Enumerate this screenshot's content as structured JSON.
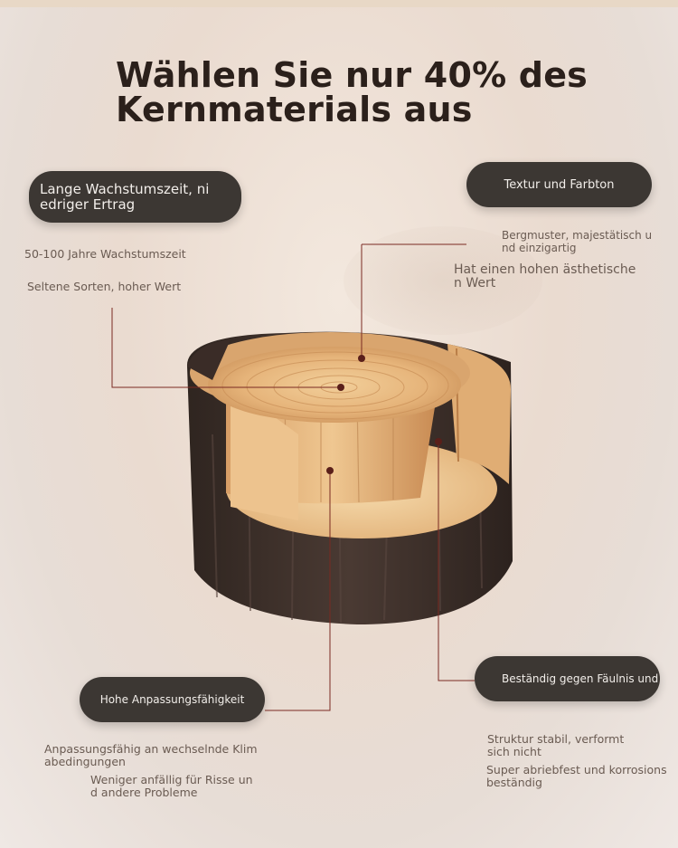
{
  "title": {
    "line1": "Wählen Sie nur 40% des",
    "line2": "Kernmaterials aus"
  },
  "callouts": {
    "growth": {
      "label_line1": "Lange Wachstumszeit, ni",
      "label_line2": "edriger Ertrag",
      "detail1": "50-100 Jahre Wachstumszeit",
      "detail2": "Seltene Sorten, hoher Wert"
    },
    "texture": {
      "label": "Textur und Farbton",
      "detail1_line1": "Bergmuster, majestätisch u",
      "detail1_line2": "nd einzigartig",
      "detail2_line1": "Hat einen hohen ästhetische",
      "detail2_line2": "n Wert"
    },
    "adapt": {
      "label": "Hohe Anpassungsfähigkeit",
      "detail1_line1": "Anpassungsfähig an wechselnde Klim",
      "detail1_line2": "abedingungen",
      "detail2_line1": "Weniger anfällig für Risse un",
      "detail2_line2": "d andere Probleme"
    },
    "durable": {
      "label": "Beständig gegen Fäulnis und",
      "detail1_line1": "Struktur stabil, verformt",
      "detail1_line2": "sich nicht",
      "detail2_line1": "Super abriebfest und korrosions",
      "detail2_line2": "beständig"
    }
  },
  "colors": {
    "pill_bg": "#3c3733",
    "leader": "#7a2a22",
    "wood_light": "#e3b781",
    "bark": "#3e302b"
  }
}
